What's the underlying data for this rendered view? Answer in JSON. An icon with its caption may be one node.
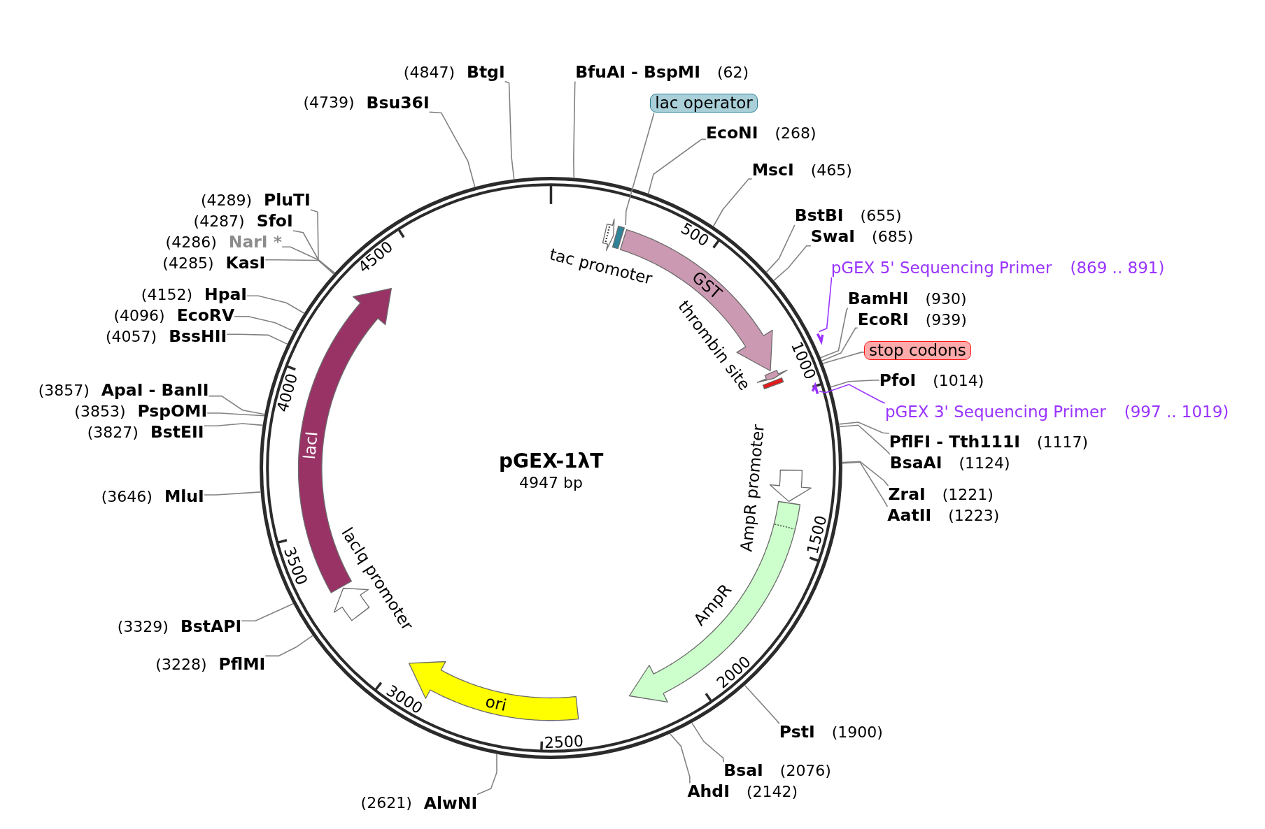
{
  "diagram": {
    "nodes": [
      {
        "text": [
          "pGEX-1λT",
          "4947 bp"
        ]
      },
      {
        "text": [],
        "shape": "arrow",
        "beside": [
          "tac promoter"
        ],
        "in": 0
      },
      {
        "text": [],
        "shape": "box",
        "in": 0
      },
      {
        "text": [
          "GST"
        ],
        "in": 0
      },
      {
        "text": [],
        "shape": "arrow",
        "in": 0
      },
      {
        "text": [],
        "shape": "bar",
        "in": 0
      },
      {
        "text": [],
        "shape": "arrow",
        "beside": [
          "AmpR promoter"
        ],
        "in": 0
      },
      {
        "text": [],
        "shape": "arrow",
        "beside": [
          "AmpR"
        ],
        "in": 0
      },
      {
        "text": [
          "ori"
        ],
        "in": 0
      },
      {
        "text": [],
        "shape": "arrow",
        "beside": [
          "lacIq promoter"
        ],
        "in": 0
      },
      {
        "text": [
          "lacI"
        ],
        "in": 0
      },
      {
        "text": [],
        "shape": "line"
      },
      {
        "text": [],
        "shape": "line",
        "in": 0
      },
      {
        "text": [
          "BfuAI - BspMI"
        ],
        "beside": [
          "(62)"
        ]
      },
      {
        "text": [
          "lac operator"
        ]
      },
      {
        "text": [
          "EcoNI"
        ],
        "beside": [
          "(268)"
        ]
      },
      {
        "text": [
          "MscI"
        ],
        "beside": [
          "(465)"
        ]
      },
      {
        "text": [
          "BstBI"
        ],
        "beside": [
          "(655)"
        ]
      },
      {
        "text": [
          "SwaI"
        ],
        "beside": [
          "(685)"
        ]
      },
      {
        "text": [
          "pGEX 5' Sequencing Primer"
        ],
        "beside": [
          "(869 .. 891)"
        ]
      },
      {
        "text": [
          "BamHI"
        ],
        "beside": [
          "(930)"
        ]
      },
      {
        "text": [
          "EcoRI"
        ],
        "beside": [
          "(939)"
        ]
      },
      {
        "text": [
          "stop codons"
        ]
      },
      {
        "text": [
          "PfoI"
        ],
        "beside": [
          "(1014)"
        ]
      },
      {
        "text": [
          "pGEX 3' Sequencing Primer"
        ],
        "beside": [
          "(997 .. 1019)"
        ]
      },
      {
        "text": [
          "PflFI - Tth111I"
        ],
        "beside": [
          "(1117)"
        ]
      },
      {
        "text": [
          "BsaAI"
        ],
        "beside": [
          "(1124)"
        ]
      },
      {
        "text": [
          "ZraI"
        ],
        "beside": [
          "(1221)"
        ]
      },
      {
        "text": [
          "AatII"
        ],
        "beside": [
          "(1223)"
        ]
      },
      {
        "text": [
          "PstI"
        ],
        "beside": [
          "(1900)"
        ]
      },
      {
        "text": [
          "BsaI"
        ],
        "beside": [
          "(2076)"
        ]
      },
      {
        "text": [
          "AhdI"
        ],
        "beside": [
          "(2142)"
        ]
      },
      {
        "text": [
          "AlwNI"
        ],
        "beside": [
          "(2621)"
        ]
      },
      {
        "text": [
          "PflMI"
        ],
        "beside": [
          "(3228)"
        ]
      },
      {
        "text": [
          "BstAPI"
        ],
        "beside": [
          "(3329)"
        ]
      },
      {
        "text": [
          "MluI"
        ],
        "beside": [
          "(3646)"
        ]
      },
      {
        "text": [
          "BstEII"
        ],
        "beside": [
          "(3827)"
        ]
      },
      {
        "text": [
          "PspOMI"
        ],
        "beside": [
          "(3853)"
        ]
      },
      {
        "text": [
          "ApaI - BanII"
        ],
        "beside": [
          "(3857)"
        ]
      },
      {
        "text": [
          "BssHII"
        ],
        "beside": [
          "(4057)"
        ]
      },
      {
        "text": [
          "EcoRV"
        ],
        "beside": [
          "(4096)"
        ]
      },
      {
        "text": [
          "HpaI"
        ],
        "beside": [
          "(4152)"
        ]
      },
      {
        "text": [
          "KasI"
        ],
        "beside": [
          "(4285)"
        ]
      },
      {
        "text": [
          "NarI *"
        ],
        "beside": [
          "(4286)"
        ]
      },
      {
        "text": [
          "SfoI"
        ],
        "beside": [
          "(4287)"
        ]
      },
      {
        "text": [
          "PluTI"
        ],
        "beside": [
          "(4289)"
        ]
      },
      {
        "text": [
          "Bsu36I"
        ],
        "beside": [
          "(4739)"
        ]
      },
      {
        "text": [
          "BtgI"
        ],
        "beside": [
          "(4847)"
        ]
      }
    ],
    "edges": [
      {
        "from": 13,
        "to": 0,
        "arrow": "none"
      },
      {
        "from": 14,
        "to": 2,
        "arrow": "none"
      },
      {
        "from": 15,
        "to": 0,
        "arrow": "none"
      },
      {
        "from": 16,
        "to": 0,
        "arrow": "none"
      },
      {
        "from": 17,
        "to": 0,
        "arrow": "none"
      },
      {
        "from": 18,
        "to": 0,
        "arrow": "none"
      },
      {
        "from": 19,
        "to": 11,
        "arrow": "none",
        "color": "#9933ff"
      },
      {
        "from": 20,
        "to": 0,
        "arrow": "none"
      },
      {
        "from": 21,
        "to": 0,
        "arrow": "none"
      },
      {
        "from": 22,
        "to": 0,
        "arrow": "none"
      },
      {
        "from": 23,
        "to": 0,
        "arrow": "none"
      },
      {
        "from": 24,
        "to": 12,
        "arrow": "none",
        "color": "#9933ff"
      },
      {
        "from": 25,
        "to": 0,
        "arrow": "none"
      },
      {
        "from": 26,
        "to": 0,
        "arrow": "none"
      },
      {
        "from": 27,
        "to": 0,
        "arrow": "none"
      },
      {
        "from": 28,
        "to": 0,
        "arrow": "none"
      },
      {
        "from": 29,
        "to": 0,
        "arrow": "none"
      },
      {
        "from": 30,
        "to": 0,
        "arrow": "none"
      },
      {
        "from": 31,
        "to": 0,
        "arrow": "none"
      },
      {
        "from": 32,
        "to": 0,
        "arrow": "none"
      },
      {
        "from": 33,
        "to": 0,
        "arrow": "none"
      },
      {
        "from": 34,
        "to": 0,
        "arrow": "none"
      },
      {
        "from": 35,
        "to": 0,
        "arrow": "none"
      },
      {
        "from": 36,
        "to": 0,
        "arrow": "none"
      },
      {
        "from": 37,
        "to": 0,
        "arrow": "none"
      },
      {
        "from": 38,
        "to": 0,
        "arrow": "none"
      },
      {
        "from": 39,
        "to": 0,
        "arrow": "none"
      },
      {
        "from": 40,
        "to": 0,
        "arrow": "none"
      },
      {
        "from": 41,
        "to": 0,
        "arrow": "none"
      },
      {
        "from": 42,
        "to": 0,
        "arrow": "none"
      },
      {
        "from": 43,
        "to": 0,
        "arrow": "none"
      },
      {
        "from": 44,
        "to": 0,
        "arrow": "none"
      },
      {
        "from": 45,
        "to": 0,
        "arrow": "none"
      },
      {
        "from": 46,
        "to": 0,
        "arrow": "none"
      },
      {
        "from": 47,
        "to": 0,
        "arrow": "none"
      }
    ],
    "labels": [
      "500",
      "1000",
      "1500",
      "2000",
      "2500",
      "3000",
      "3500",
      "4000",
      "4500",
      "thrombin site"
    ]
  }
}
